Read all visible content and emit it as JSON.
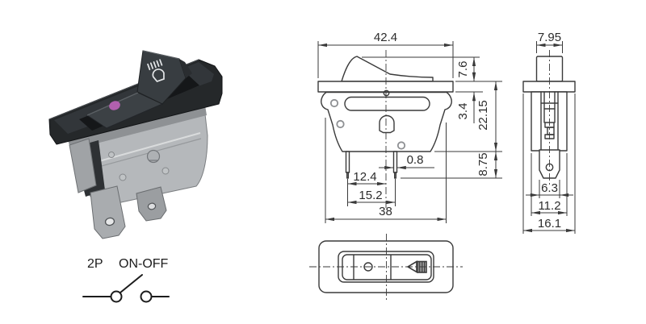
{
  "schematic": {
    "poles_label": "2P",
    "function_label": "ON-OFF"
  },
  "front_view": {
    "flange_width": "42.4",
    "rocker_height": "7.6",
    "flange_thickness": "3.4",
    "body_height": "22.15",
    "terminal_length": "8.75",
    "terminal_thickness": "0.8",
    "terminal_offset_from_center": "12.4",
    "terminal_pitch": "15.2",
    "body_width": "38"
  },
  "side_view": {
    "actuator_width": "7.95",
    "terminal_width": "6.3",
    "body_depth": "11.2",
    "flange_depth": "16.1"
  },
  "icons": {
    "rocker_symbol": "headlight-beam-icon",
    "top_view_symbol": "headlight-beam-icon",
    "indicator": "indicator-dot-icon"
  },
  "colors": {
    "drawing_line": "#3a3a3a",
    "indicator_dot": "#b160ae",
    "plastic_dark": "#34383b",
    "metal_silver": "#b5b8bb",
    "background": "#ffffff"
  }
}
